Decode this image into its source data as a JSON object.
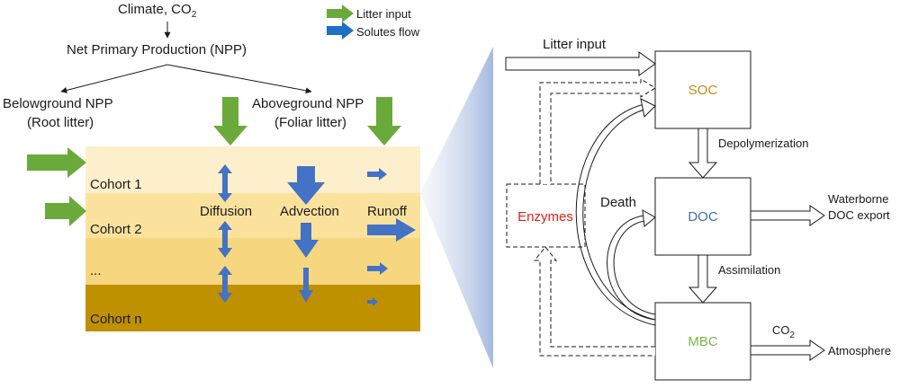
{
  "soil": {
    "climate": "Climate, CO",
    "climate_sub": "2",
    "npp": "Net Primary Production (NPP)",
    "below_line1": "Belowground NPP",
    "below_line2": "(Root litter)",
    "above_line1": "Aboveground NPP",
    "above_line2": "(Foliar litter)",
    "cohorts": [
      "Cohort 1",
      "Cohort 2",
      "...",
      "Cohort n"
    ],
    "diffusion": "Diffusion",
    "advection": "Advection",
    "runoff": "Runoff"
  },
  "legend": {
    "litter": "Litter input",
    "solutes": "Solutes flow"
  },
  "model": {
    "litter_input": "Litter input",
    "soc": "SOC",
    "doc": "DOC",
    "mbc": "MBC",
    "enzymes": "Enzymes",
    "death": "Death",
    "depolymerization": "Depolymerization",
    "assimilation": "Assimilation",
    "waterborne_line1": "Waterborne",
    "waterborne_line2": "DOC export",
    "co2": "CO",
    "co2_sub": "2",
    "atmosphere": "Atmosphere"
  },
  "colors": {
    "litter_arrow": "#6aaa3a",
    "solute_arrow": "#4472c4",
    "layer1": "#fdefcb",
    "layer2": "#fbe29c",
    "layer3": "#f6d67e",
    "layer4": "#bf9000",
    "soc_label": "#c58a16",
    "doc_label": "#3a6fb0",
    "mbc_label": "#7ab648",
    "enzymes_label": "#e0201c"
  }
}
